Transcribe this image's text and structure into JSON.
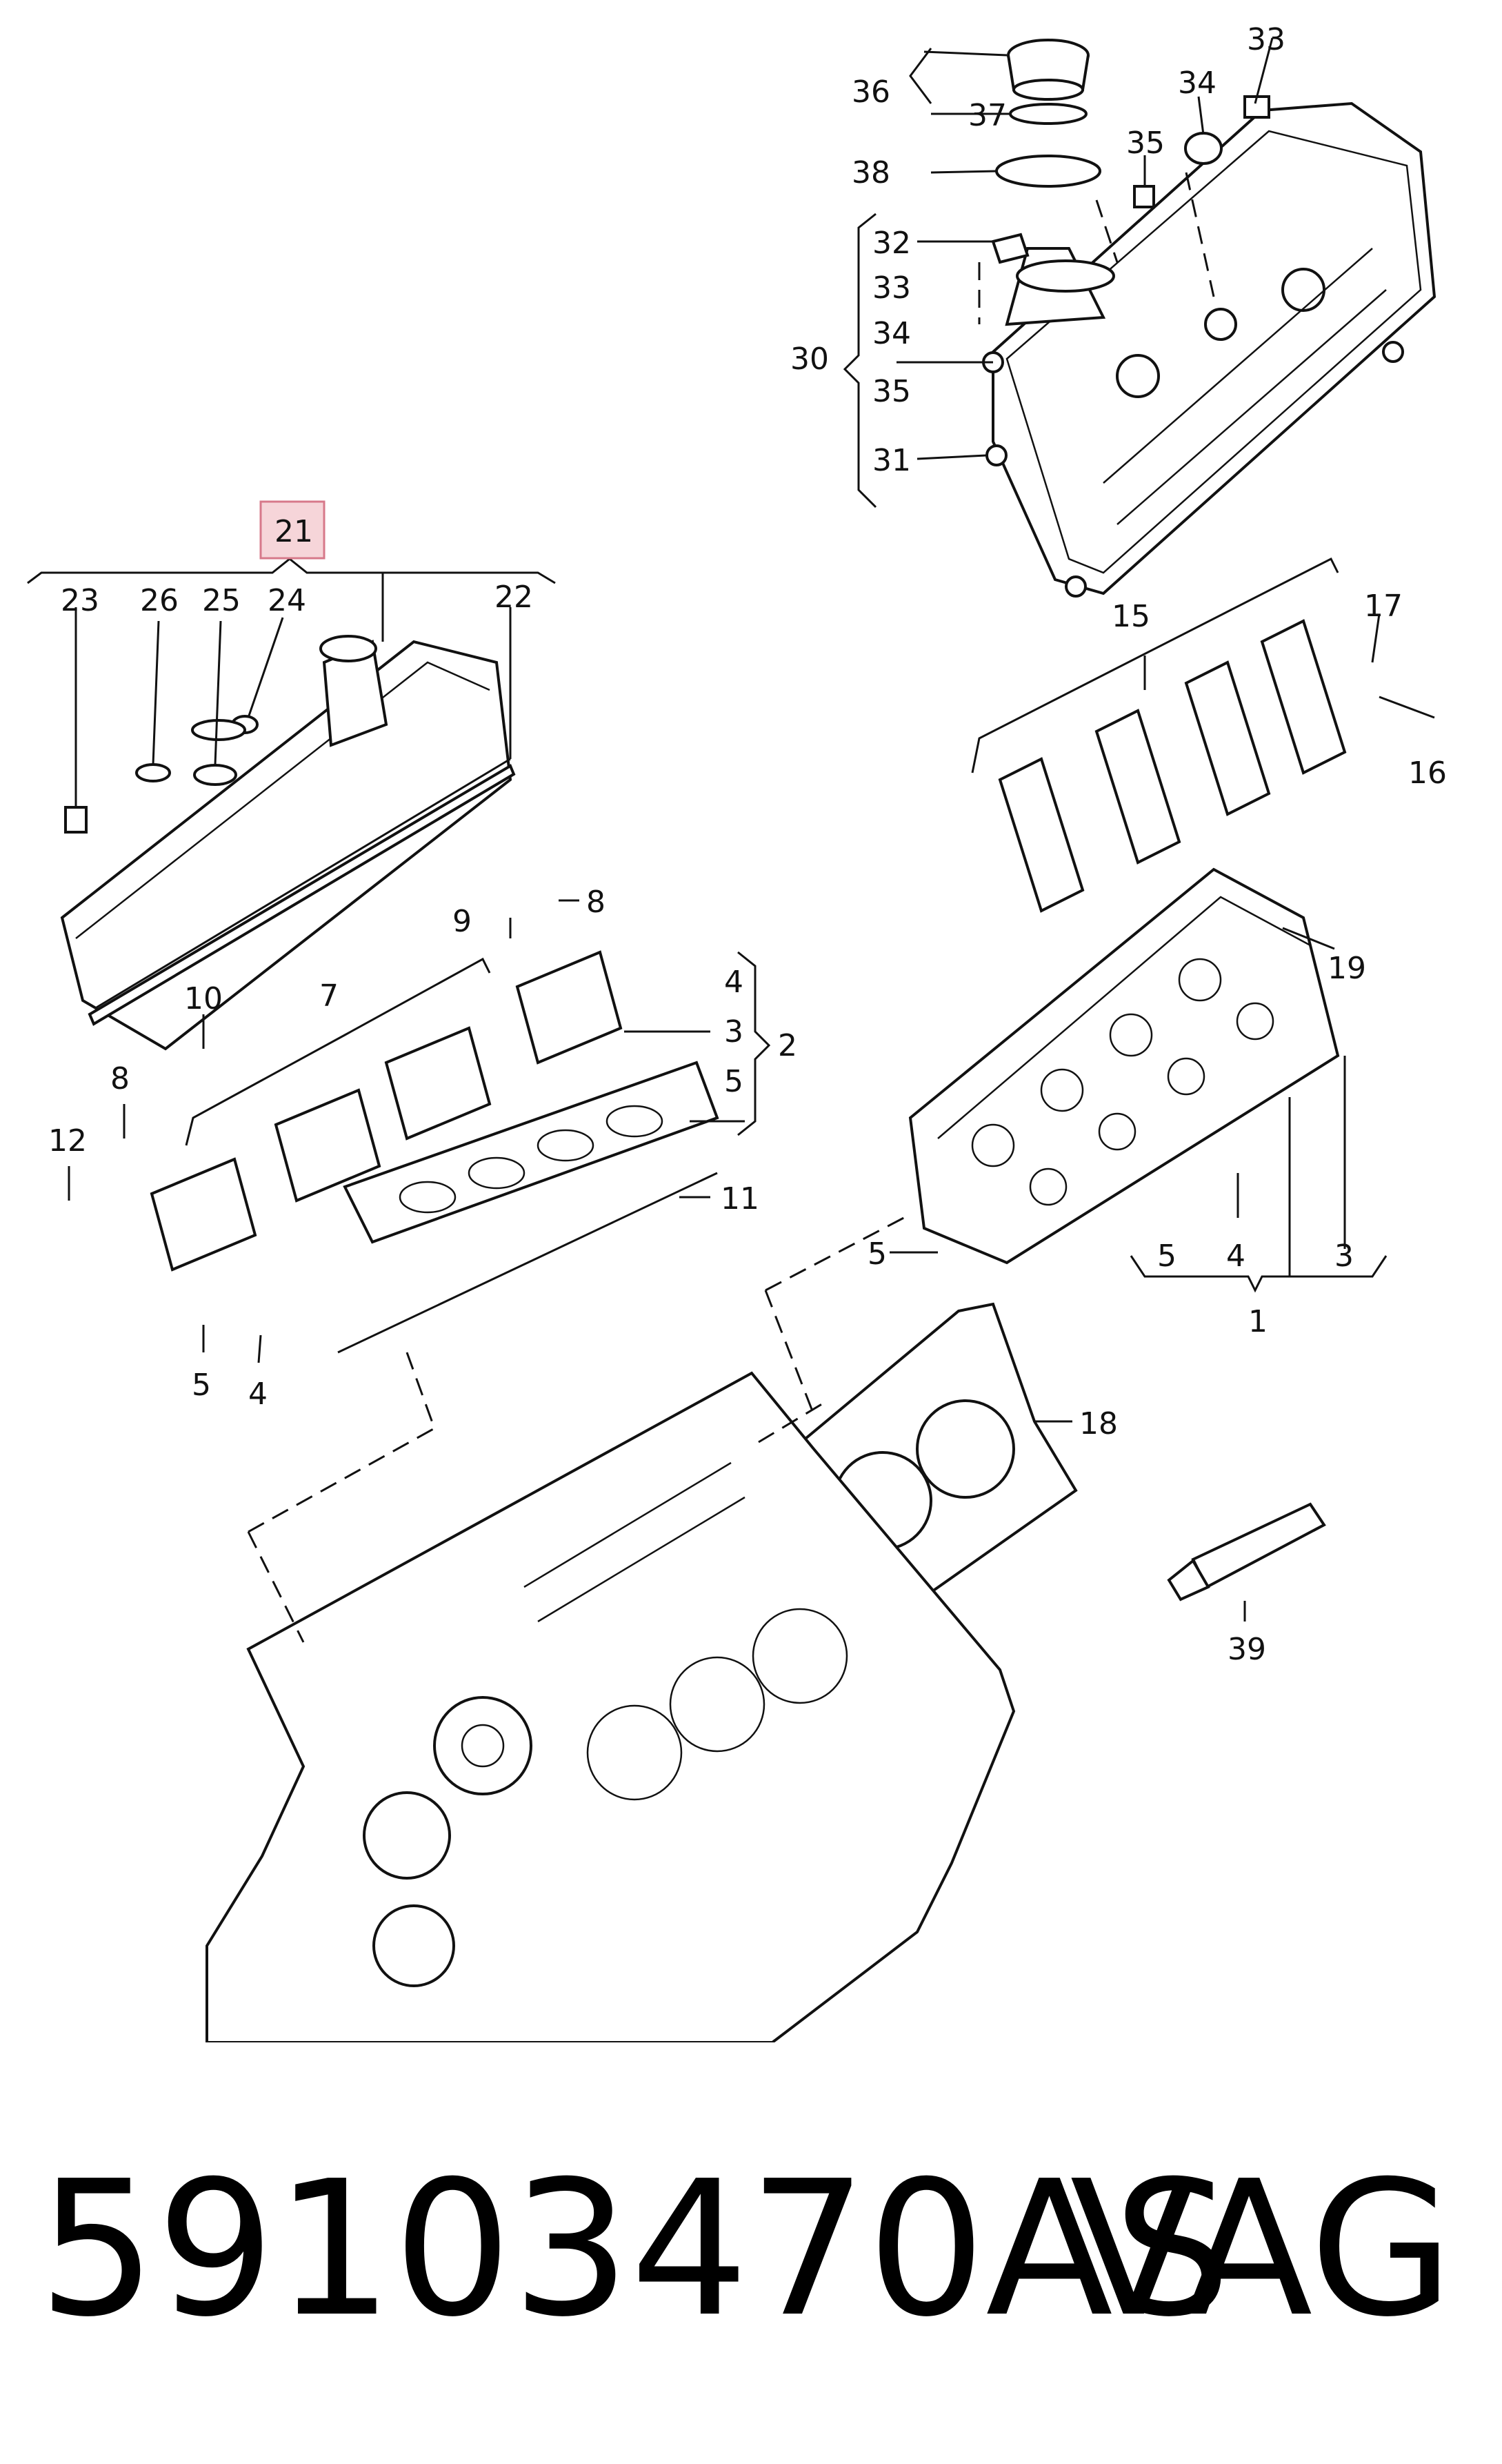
{
  "diagram": {
    "labels": {
      "l1": "1",
      "l2": "2",
      "l3a": "3",
      "l3b": "3",
      "l4a": "4",
      "l4b": "4",
      "l4c": "4",
      "l5a": "5",
      "l5b": "5",
      "l5c": "5",
      "l5d": "5",
      "l7": "7",
      "l8a": "8",
      "l8b": "8",
      "l9": "9",
      "l10": "10",
      "l11": "11",
      "l12": "12",
      "l15": "15",
      "l16": "16",
      "l17": "17",
      "l18": "18",
      "l19": "19",
      "l21": "21",
      "l22": "22",
      "l23": "23",
      "l24": "24",
      "l25": "25",
      "l26": "26",
      "l30": "30",
      "l31": "31",
      "l32": "32",
      "l33a": "33",
      "l33b": "33",
      "l34a": "34",
      "l34b": "34",
      "l35a": "35",
      "l35b": "35",
      "l36": "36",
      "l37": "37",
      "l38": "38",
      "l39": "39"
    },
    "highlighted_callout": "21",
    "highlight_color": "#f6d5d9"
  },
  "caption": {
    "part_number": "59103470AS",
    "brand": "VAG"
  }
}
